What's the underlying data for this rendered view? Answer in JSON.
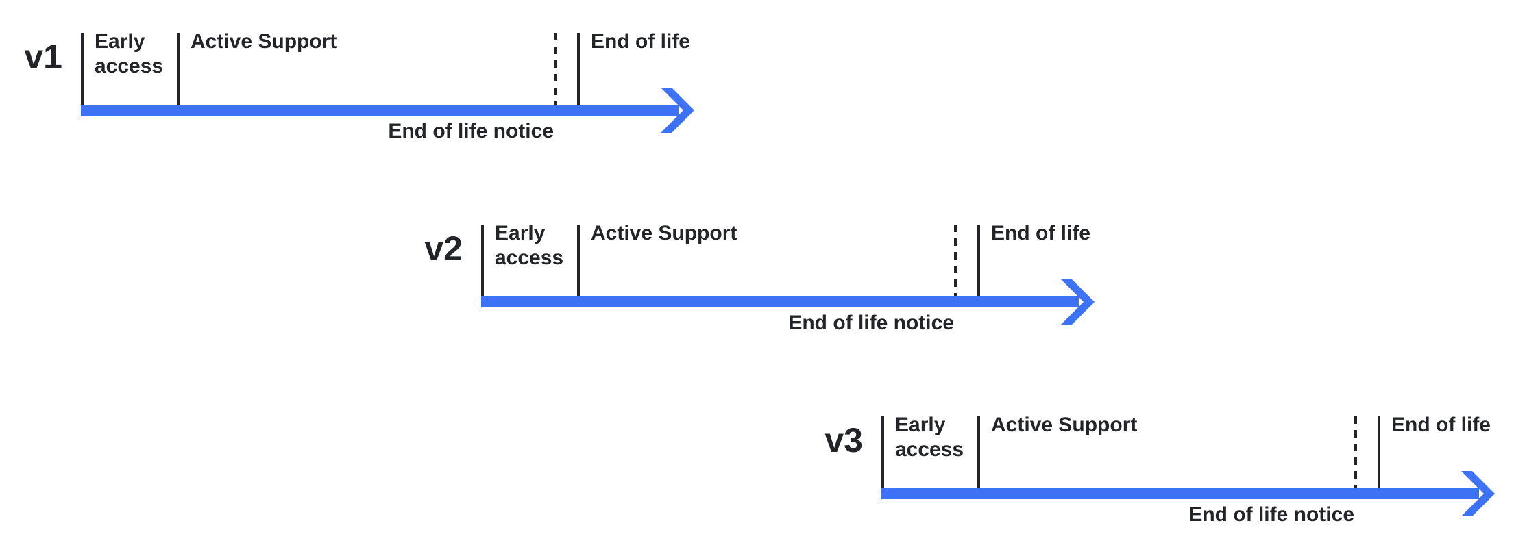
{
  "colors": {
    "accent": "#3D72F5",
    "ink": "#222428",
    "background": "#FFFFFF"
  },
  "timelines": [
    {
      "version": "v1",
      "early_access": "Early\naccess",
      "active_support": "Active Support",
      "end_of_life": "End of life",
      "eol_notice": "End of life notice"
    },
    {
      "version": "v2",
      "early_access": "Early\naccess",
      "active_support": "Active Support",
      "end_of_life": "End of life",
      "eol_notice": "End of life notice"
    },
    {
      "version": "v3",
      "early_access": "Early\naccess",
      "active_support": "Active Support",
      "end_of_life": "End of life",
      "eol_notice": "End of life notice"
    }
  ]
}
